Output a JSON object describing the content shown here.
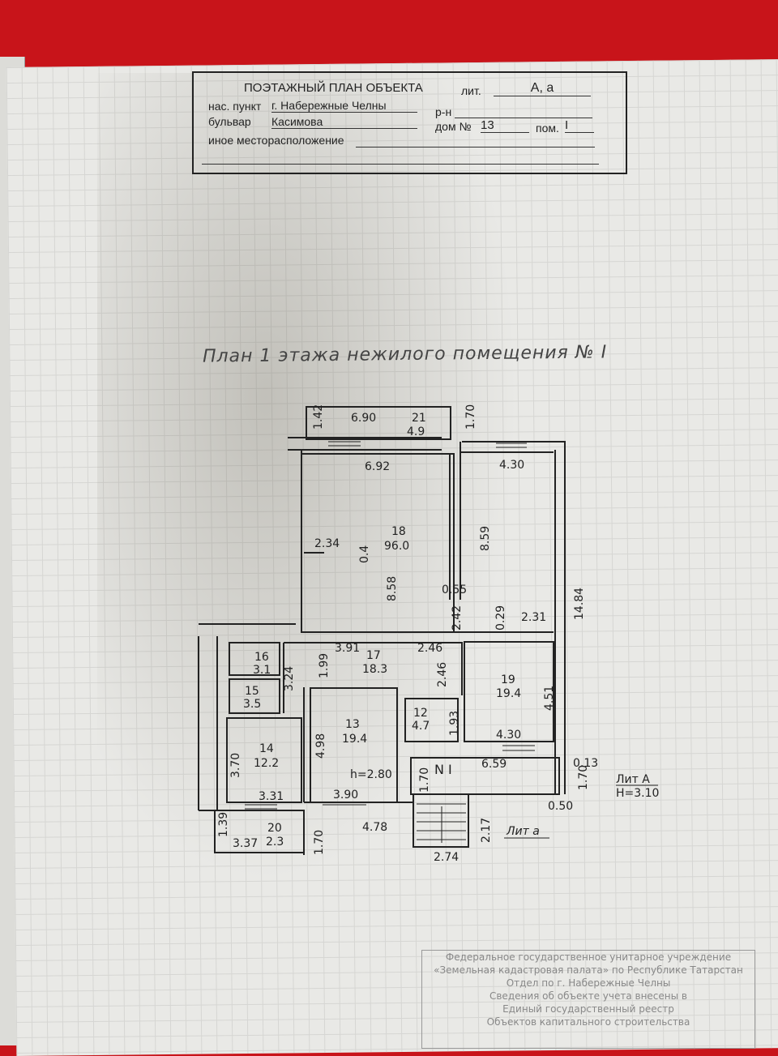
{
  "header": {
    "title": "ПОЭТАЖНЫЙ ПЛАН ОБЪЕКТА",
    "lit_label": "лит.",
    "lit_value": "А, а",
    "settlement_label": "нас. пункт",
    "settlement_value": "г. Набережные Челны",
    "district_label": "р-н",
    "street_label": "бульвар",
    "street_value": "Касимова",
    "house_label": "дом №",
    "house_value": "13",
    "room_label": "пом.",
    "room_value": "I",
    "other_label": "иное месторасположение"
  },
  "plan": {
    "title": "План 1 этажа нежилого помещения № I",
    "rooms": [
      {
        "num": "21",
        "area": "4.9"
      },
      {
        "num": "18",
        "area": "96.0"
      },
      {
        "num": "17",
        "area": "18.3"
      },
      {
        "num": "16",
        "area": "3.1"
      },
      {
        "num": "15",
        "area": "3.5"
      },
      {
        "num": "14",
        "area": "12.2"
      },
      {
        "num": "13",
        "area": "19.4"
      },
      {
        "num": "12",
        "area": "4.7"
      },
      {
        "num": "19",
        "area": "19.4"
      },
      {
        "num": "20",
        "area": "2.3"
      }
    ],
    "dims": [
      "1.42",
      "6.90",
      "1.70",
      "6.92",
      "4.30",
      "2.34",
      "0.4",
      "8.58",
      "8.59",
      "0.55",
      "2.42",
      "0.29",
      "2.31",
      "14.84",
      "3.91",
      "2.46",
      "2.46",
      "1.99",
      "3.24",
      "4.51",
      "4.98",
      "1.93",
      "4.30",
      "3.70",
      "6.59",
      "0.13",
      "1.70",
      "1.70",
      "0.50",
      "3.31",
      "3.90",
      "4.78",
      "1.39",
      "3.37",
      "1.70",
      "2.17",
      "2.74"
    ],
    "height": "h=2.80",
    "corridor_label": "N I",
    "lit_a_label": "Лит А",
    "lit_a_height": "H=3.10",
    "lit_small_label": "Лит а"
  },
  "stamp": {
    "lines": [
      "Федеральное государственное унитарное учреждение",
      "«Земельная кадастровая палата» по Республике Татарстан",
      "Отдел по г. Набережные Челны",
      "Сведения об объекте учета внесены в",
      "Единый государственный реестр",
      "Объектов капитального строительства"
    ]
  }
}
